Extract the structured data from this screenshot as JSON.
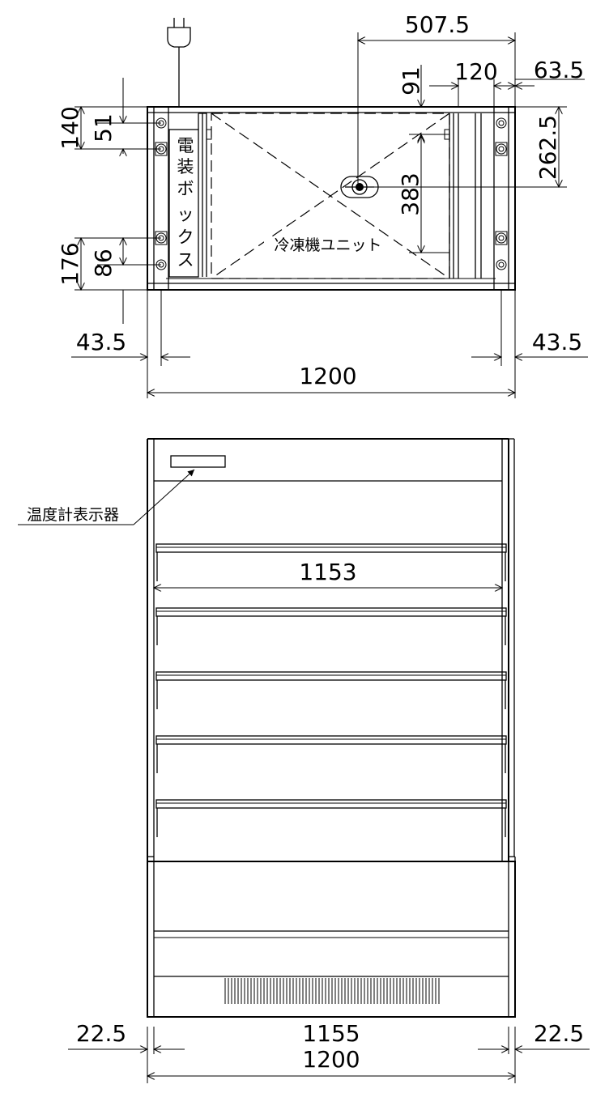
{
  "top_view": {
    "dimensions": {
      "d_507_5": "507.5",
      "d_120": "120",
      "d_63_5": "63.5",
      "d_91": "91",
      "d_140": "140",
      "d_51": "51",
      "d_262_5": "262.5",
      "d_383": "383",
      "d_176": "176",
      "d_86": "86",
      "d_43_5_left": "43.5",
      "d_43_5_right": "43.5",
      "d_1200": "1200"
    },
    "labels": {
      "electrical_box": [
        "電",
        "装",
        "ボ",
        "ッ",
        "ク",
        "ス"
      ],
      "refrigeration_unit": "冷凍機ユニット"
    }
  },
  "front_view": {
    "dimensions": {
      "d_1153": "1153",
      "d_22_5_left": "22.5",
      "d_1155": "1155",
      "d_22_5_right": "22.5",
      "d_1200": "1200"
    },
    "labels": {
      "thermometer_display": "温度計表示器"
    }
  }
}
